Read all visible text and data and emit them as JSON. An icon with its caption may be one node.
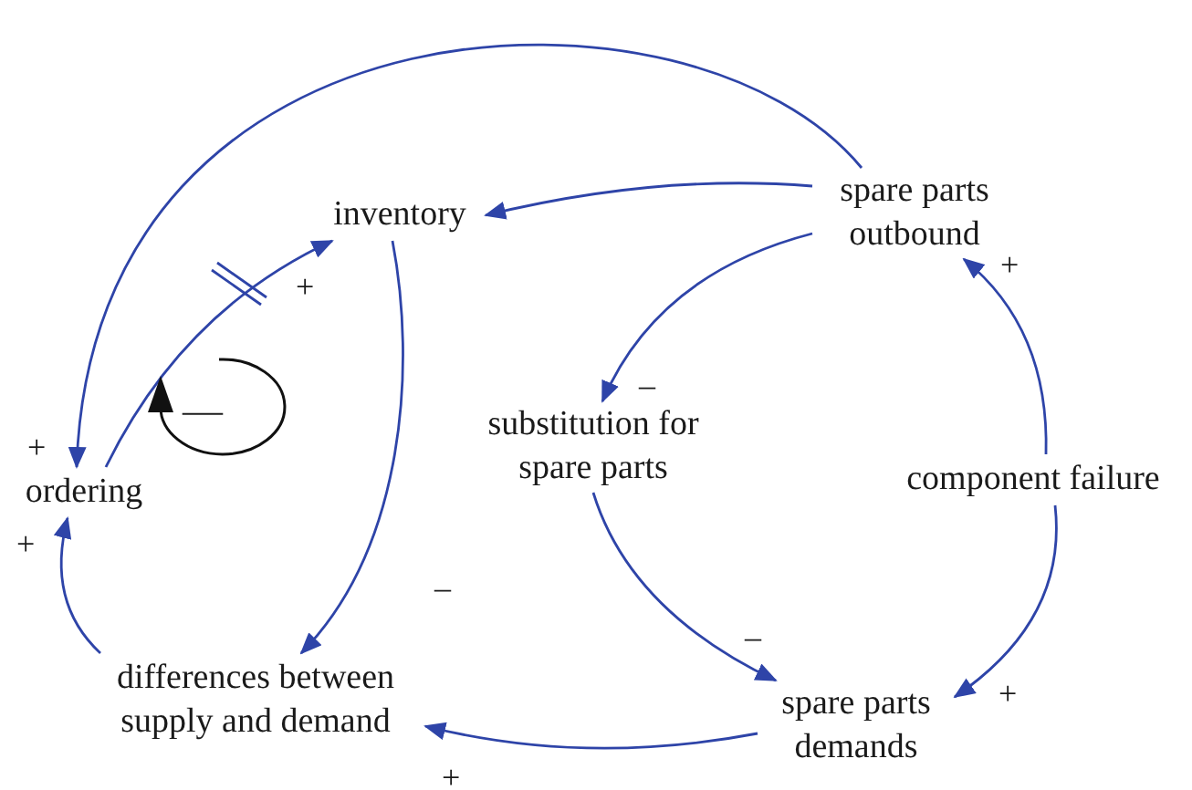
{
  "diagram": {
    "nodes": [
      {
        "text": [
          "inventory"
        ]
      },
      {
        "text": [
          "spare parts outbound"
        ]
      },
      {
        "text": [
          "ordering"
        ]
      },
      {
        "text": [
          "substitution for spare parts"
        ]
      },
      {
        "text": [
          "component failure"
        ]
      },
      {
        "text": [
          "differences between supply and demand"
        ]
      },
      {
        "text": [
          "spare parts demands"
        ]
      }
    ],
    "edges": [
      {
        "from": 1,
        "to": 2,
        "arrow": "to",
        "label": "+"
      },
      {
        "from": 1,
        "to": 0,
        "arrow": "to"
      },
      {
        "from": 2,
        "to": 0,
        "arrow": "to",
        "label": "+"
      },
      {
        "from": 0,
        "to": 5,
        "arrow": "to",
        "label": "–"
      },
      {
        "from": 1,
        "to": 3,
        "arrow": "to",
        "label": "–"
      },
      {
        "from": 3,
        "to": 6,
        "arrow": "to",
        "label": "–"
      },
      {
        "from": 4,
        "to": 1,
        "arrow": "to",
        "label": "+"
      },
      {
        "from": 4,
        "to": 6,
        "arrow": "to",
        "label": "+"
      },
      {
        "from": 6,
        "to": 5,
        "arrow": "to",
        "label": "+"
      },
      {
        "from": 5,
        "to": 2,
        "arrow": "to",
        "label": "+"
      }
    ],
    "labels": [
      "—"
    ]
  }
}
